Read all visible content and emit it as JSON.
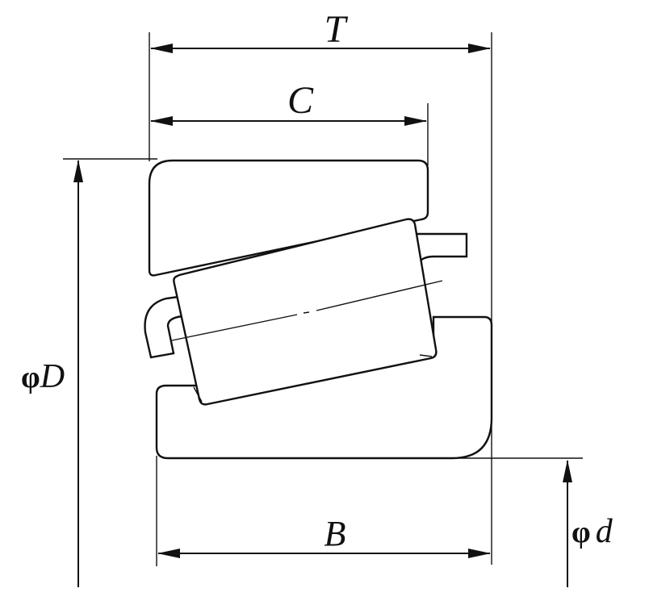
{
  "dimensions": {
    "T": "T",
    "C": "C",
    "B": "B",
    "D_symbol": "φ",
    "D_letter": "D",
    "d_symbol": "φ",
    "d_letter": "d"
  },
  "colors": {
    "line": "#111111",
    "background": "#ffffff"
  }
}
